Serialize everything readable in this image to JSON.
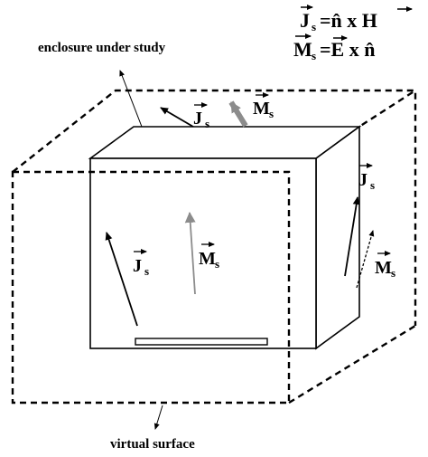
{
  "labels": {
    "enclosure": "enclosure under study",
    "virtual_surface": "virtual surface"
  },
  "equations": {
    "js": {
      "lhs": "J",
      "lhs_sub": "s",
      "rhs": "=n̂ x H"
    },
    "ms": {
      "lhs": "M",
      "lhs_sub": "s",
      "rhs": "=E x n̂"
    }
  },
  "currents": {
    "js": {
      "symbol": "J",
      "sub": "s"
    },
    "ms": {
      "symbol": "M",
      "sub": "s"
    }
  },
  "colors": {
    "ink": "#000000",
    "magnetic_arrow": "#8c8c8c"
  }
}
